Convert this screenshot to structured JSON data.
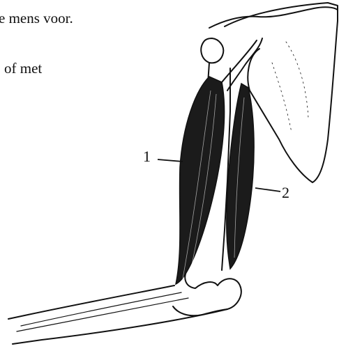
{
  "text": {
    "line1": "e mens voor.",
    "line2": "of met"
  },
  "labels": {
    "muscle_1": "1",
    "muscle_2": "2"
  },
  "colors": {
    "ink": "#111111",
    "paper": "#ffffff"
  }
}
